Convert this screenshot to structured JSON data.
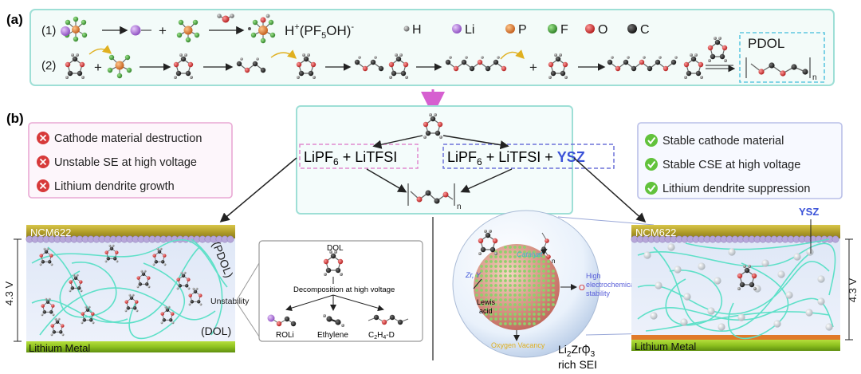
{
  "panels": {
    "a": "(a)",
    "b": "(b)"
  },
  "reactions": {
    "r1": "(1)",
    "r2": "(2)",
    "acid": "H",
    "acid_sup": "+",
    "acid_ion": "(PF",
    "acid_sub": "5",
    "acid_tail": "OH)",
    "acid_sup2": "-"
  },
  "legend": [
    {
      "symbol": "H",
      "color": "#6d6d6d"
    },
    {
      "symbol": "Li",
      "color": "#a86bd6"
    },
    {
      "symbol": "P",
      "color": "#d9732a"
    },
    {
      "symbol": "F",
      "color": "#3d9a34"
    },
    {
      "symbol": "O",
      "color": "#d62b2b"
    },
    {
      "symbol": "C",
      "color": "#1c1c1c"
    }
  ],
  "pdol_label": "PDOL",
  "poly_n": "n",
  "negatives": [
    "Cathode material destruction",
    "Unstable SE at high voltage",
    "Lithium dendrite growth"
  ],
  "positives": [
    "Stable cathode material",
    "Stable CSE at high voltage",
    "Lithium dendrite suppression"
  ],
  "center": {
    "left_formula": "LiPF",
    "left_sub": "6",
    "left_tail": " + LiTFSI",
    "right_formula": "LiPF",
    "right_sub": "6",
    "right_tail": " + LiTFSI + ",
    "right_ysz": "YSZ"
  },
  "left_cell": {
    "cathode": "NCM622",
    "anode": "Lithium Metal",
    "voltage": "4.3 V",
    "pdol": "(PDOL)",
    "dol": "(DOL)",
    "unstability": "Unstability"
  },
  "decomp": {
    "title": "DOL",
    "note": "Decomposition at high voltage",
    "p1": "ROLi",
    "p2": "Ethylene",
    "p3": "C",
    "p3_sub": "2",
    "p3_mid": "H",
    "p3_sub2": "4",
    "p3_tail": "-D"
  },
  "sphere": {
    "catalyst": "Catalyst",
    "zr": "Zr, Y",
    "lewis1": "Lewis",
    "lewis2": "acid",
    "o": "O",
    "vacancy": "Oxygen Vacancy",
    "stab1": "High",
    "stab2": "electrochemical",
    "stab3": "stability"
  },
  "right_cell": {
    "ysz": "YSZ",
    "cathode": "NCM622",
    "anode": "Lithium Metal",
    "voltage": "4.3 V",
    "sei1": "Li",
    "sei_sub": "2",
    "sei_mid": "ZrO",
    "sei_sub2": "3",
    "sei2": "rich SEI"
  },
  "colors": {
    "teal_frame": "#9edfd6",
    "teal_fiber": "#5ee0c8",
    "pink_frame": "#e9a9d4",
    "blue_frame": "#b9bfe8",
    "ysz_blue": "#3a52d8",
    "cathode_gold": "#b5a02c",
    "anode_green": "#8ec21f",
    "red_x": "#d73a3a",
    "green_check": "#62c23c"
  }
}
